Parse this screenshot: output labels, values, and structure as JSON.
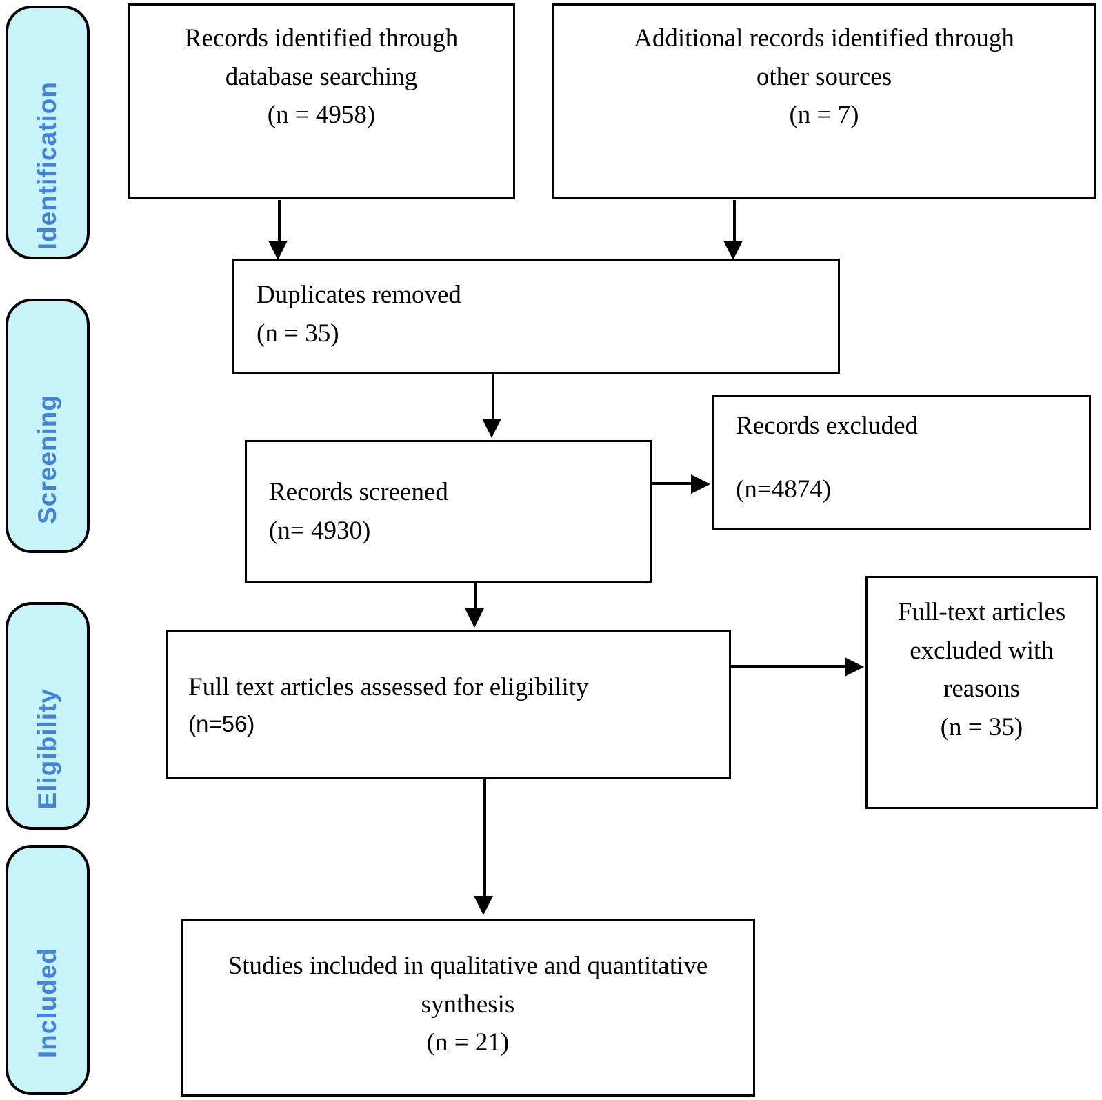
{
  "stages": [
    {
      "label": "Identification"
    },
    {
      "label": "Screening"
    },
    {
      "label": "Eligibility"
    },
    {
      "label": "Included"
    }
  ],
  "boxes": {
    "identified": {
      "lines": [
        "Records identified through",
        "database searching",
        "(n = 4958)"
      ]
    },
    "additional": {
      "lines": [
        "Additional records identified through",
        "other sources",
        "(n = 7)"
      ]
    },
    "duplicates": {
      "lines": [
        "Duplicates removed",
        "(n = 35)"
      ]
    },
    "screened": {
      "lines": [
        "Records screened",
        "(n= 4930)"
      ]
    },
    "records_excluded": {
      "lines": [
        "Records excluded",
        "(n=4874)"
      ]
    },
    "fulltext_assessed": {
      "lines": [
        "Full text articles assessed for eligibility",
        "(n=56)"
      ]
    },
    "fulltext_excluded": {
      "lines": [
        "Full-text articles",
        "excluded with",
        "reasons",
        "(n = 35)"
      ]
    },
    "studies_included": {
      "lines": [
        "Studies included in qualitative and quantitative",
        "synthesis",
        "(n = 21)"
      ]
    }
  },
  "colors": {
    "stage_fill": "#c8f3f8",
    "stage_text": "#4383d6",
    "box_fill": "#ffffff",
    "box_border": "#000000",
    "arrow": "#000000"
  }
}
